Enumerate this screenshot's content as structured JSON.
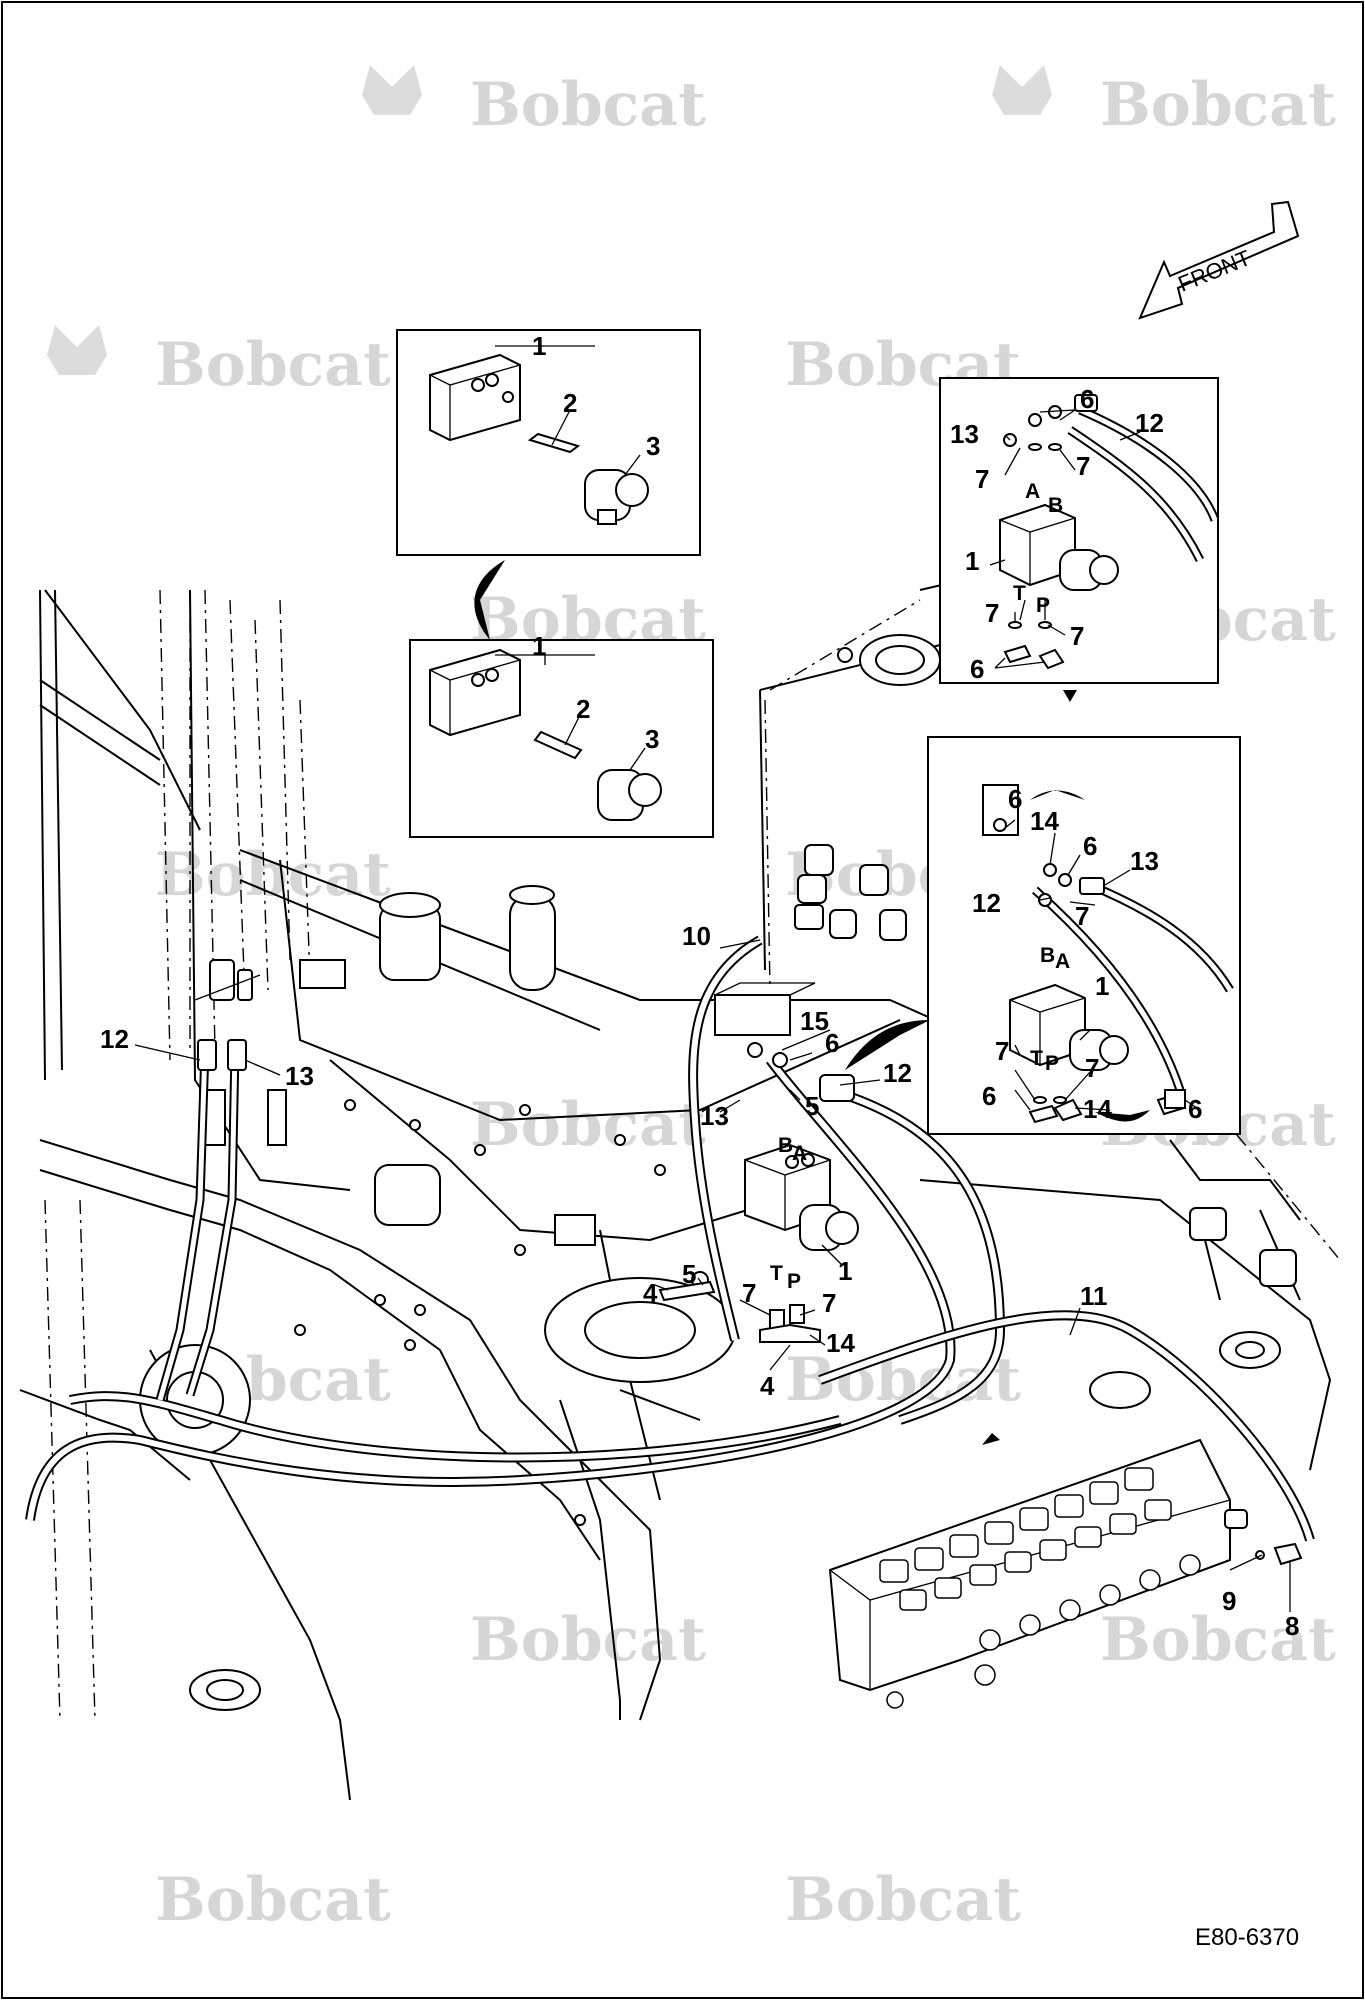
{
  "drawing": {
    "brand_watermark": "Bobcat",
    "drawing_number": "E80-6370",
    "front_arrow_label": "FRONT"
  },
  "port_labels": {
    "a": "A",
    "b": "B",
    "t": "T",
    "p": "P"
  },
  "callouts": {
    "c1": "1",
    "c2": "2",
    "c3": "3",
    "c4": "4",
    "c5": "5",
    "c6": "6",
    "c7": "7",
    "c8": "8",
    "c9": "9",
    "c10": "10",
    "c11": "11",
    "c12": "12",
    "c13": "13",
    "c14": "14",
    "c15": "15"
  },
  "colors": {
    "line": "#000000",
    "watermark": "#d6d6d6",
    "background": "#ffffff"
  }
}
